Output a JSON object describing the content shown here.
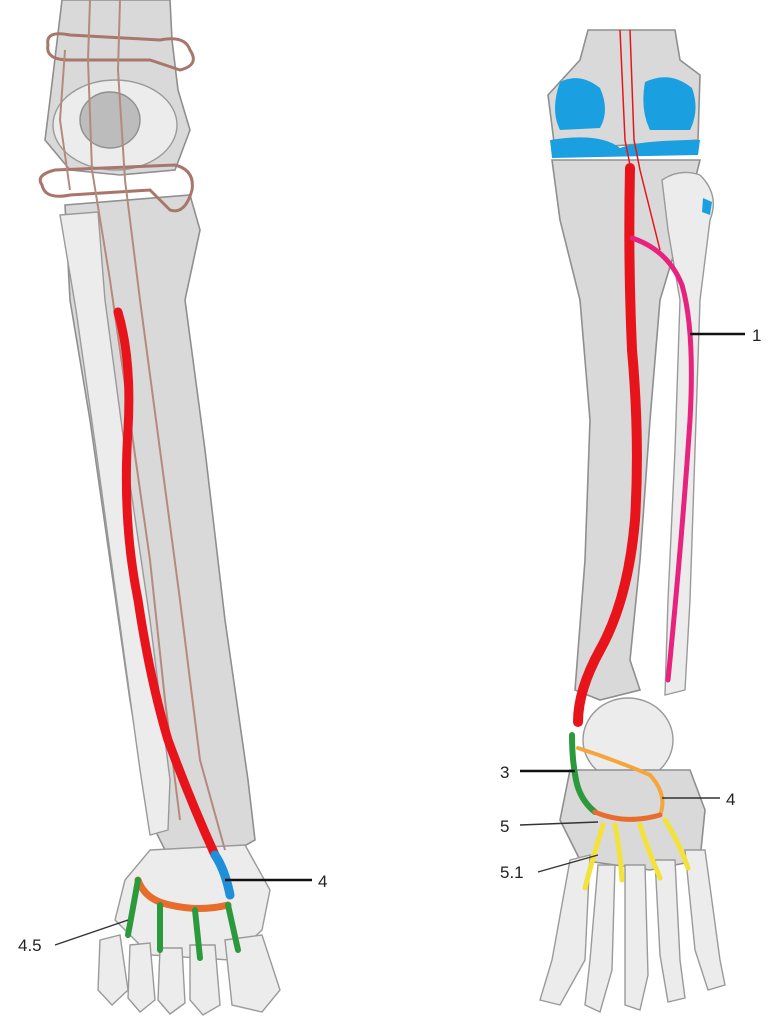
{
  "figure": {
    "left_view": {
      "labels": [
        {
          "id": "label-4-left",
          "text": "4"
        },
        {
          "id": "label-4-5",
          "text": "4.5"
        }
      ]
    },
    "right_view": {
      "labels": [
        {
          "id": "label-1",
          "text": "1"
        },
        {
          "id": "label-3",
          "text": "3"
        },
        {
          "id": "label-4-right",
          "text": "4"
        },
        {
          "id": "label-5",
          "text": "5"
        },
        {
          "id": "label-5-1",
          "text": "5.1"
        }
      ]
    }
  },
  "colors": {
    "main_artery": "#e8141b",
    "pink_artery": "#e8237e",
    "blue_vessel": "#1e8fd8",
    "green_vessel": "#2b9a3c",
    "orange_arch": "#e86d2c",
    "light_orange_arch": "#f6a53a",
    "yellow_branches": "#f2e23a",
    "cartilage_blue": "#1aa0e0",
    "bone_gray": "#d9d9d9"
  }
}
